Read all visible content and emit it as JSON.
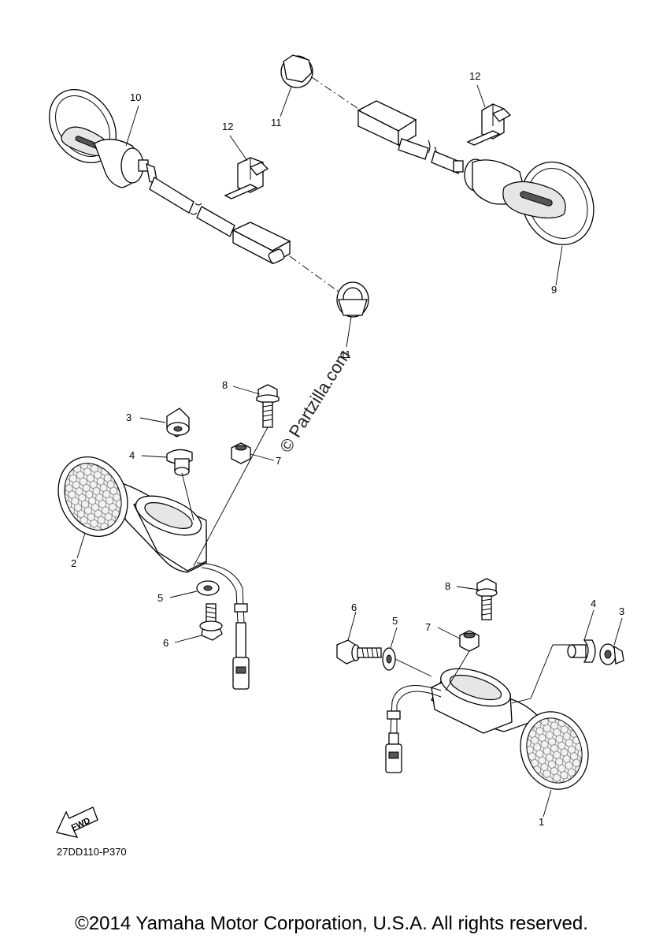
{
  "diagram": {
    "code": "27DD110-P370",
    "copyright": "©2014 Yamaha Motor Corporation, U.S.A. All rights reserved.",
    "watermark": "© Partzilla.com",
    "fwd_label": "FWD",
    "callouts": {
      "top_left_signal": "10",
      "top_left_clip": "12",
      "top_left_grommet": "11",
      "top_right_grommet": "11",
      "top_right_clip": "12",
      "top_right_signal": "9",
      "left_cap_nut": "3",
      "left_collar": "4",
      "left_bolt_top": "8",
      "left_spacer": "7",
      "left_signal": "2",
      "left_washer": "5",
      "left_bolt_bottom": "6",
      "right_bolt_top": "8",
      "right_bolt_side": "6",
      "right_washer": "5",
      "right_spacer": "7",
      "right_collar": "4",
      "right_cap_nut": "3",
      "right_signal": "1"
    }
  }
}
